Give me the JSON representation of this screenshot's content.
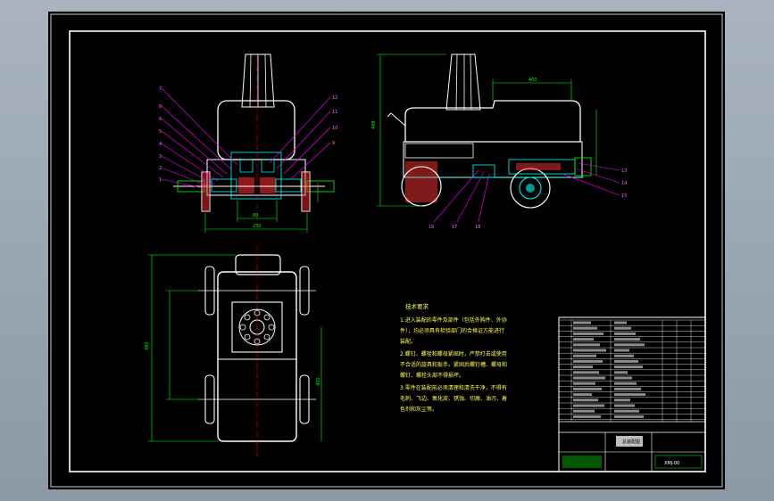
{
  "drawing": {
    "colors": {
      "background": "#000000",
      "border": "#ffffff",
      "outline": "#ffffff",
      "dimension": "#00ff00",
      "leader": "#ff00ff",
      "section": "#00ffff",
      "centerline": "#ff0000",
      "hatch": "#ff3333",
      "notes": "#ffff55"
    },
    "front_view": {
      "dimension_labels": [
        "80",
        "230"
      ],
      "callouts": [
        "7",
        "8",
        "6",
        "5",
        "4",
        "3",
        "2",
        "1",
        "12",
        "11",
        "10",
        "9"
      ]
    },
    "side_view": {
      "dimension_labels": [
        "448",
        "400"
      ],
      "callouts": [
        "13",
        "14",
        "15",
        "16",
        "17",
        "18"
      ]
    },
    "plan_view": {
      "dimension_labels": [
        "480",
        "400"
      ]
    },
    "technical_requirements": {
      "title": "技术要求",
      "lines": [
        "1.进入装配的零件及部件（包括外购件、外协",
        "件），均必须具有检验部门的合格证方能进行",
        "装配。",
        "2.螺钉、螺栓和螺母紧固时，严禁打击或使用",
        "不合适的旋具和扳手。紧固后螺钉槽、螺母和",
        "螺钉、螺栓头部不得损坏。",
        "3.零件在装配前必须清理和清洗干净，不得有",
        "毛刺、飞边、氧化皮、锈蚀、切屑、油污、着",
        "色剂和灰尘等。"
      ]
    },
    "title_block": {
      "drawing_name": "总装配图",
      "drawing_number": "XMJ-00"
    }
  }
}
